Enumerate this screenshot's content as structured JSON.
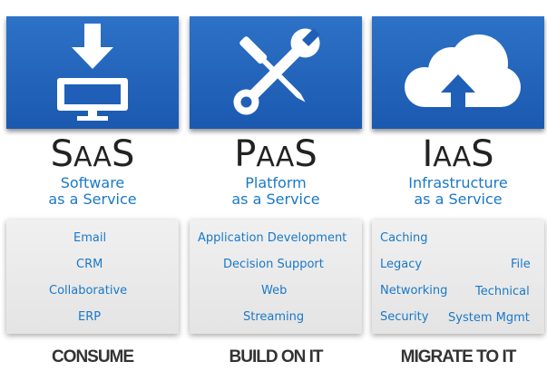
{
  "columns": [
    {
      "icon": "download-monitor-icon",
      "abbr_parts": [
        "S",
        "AA",
        "S"
      ],
      "subtitle_line1": "Software",
      "subtitle_line2": "as a Service",
      "items": [
        "Email",
        "CRM",
        "Collaborative",
        "ERP"
      ],
      "action": "CONSUME"
    },
    {
      "icon": "wrench-screwdriver-icon",
      "abbr_parts": [
        "P",
        "AA",
        "S"
      ],
      "subtitle_line1": "Platform",
      "subtitle_line2": "as a Service",
      "items": [
        "Application Development",
        "Decision Support",
        "Web",
        "Streaming"
      ],
      "action": "BUILD ON IT"
    },
    {
      "icon": "cloud-upload-icon",
      "abbr_parts": [
        "I",
        "AA",
        "S"
      ],
      "subtitle_line1": "Infrastructure",
      "subtitle_line2": "as a Service",
      "items": [
        "Caching",
        "Legacy",
        "File",
        "Networking",
        "Technical",
        "Security",
        "System Mgmt"
      ],
      "action": "MIGRATE TO IT"
    }
  ],
  "colors": {
    "tile": "#1f5fb8",
    "accent_text": "#1a78c8",
    "heading_text": "#222222"
  }
}
